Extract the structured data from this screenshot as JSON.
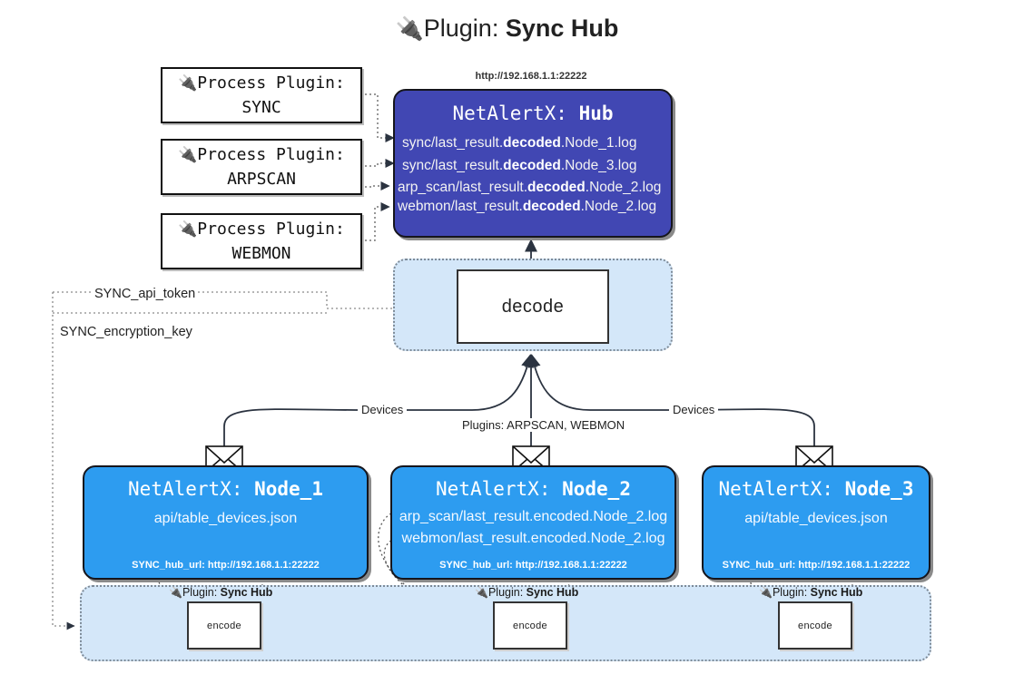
{
  "page": {
    "title_icon": "🔌",
    "title_prefix": "Plugin: ",
    "title_name": "Sync Hub"
  },
  "colors": {
    "hub": "#4147b3",
    "node": "#2d9cf0",
    "container": "#d4e7f9",
    "box_border": "#15151c",
    "text_dark": "#1a1a1a"
  },
  "process_plugins": [
    {
      "icon": "🔌",
      "label": "Process Plugin:",
      "name": "SYNC"
    },
    {
      "icon": "🔌",
      "label": "Process Plugin:",
      "name": "ARPSCAN"
    },
    {
      "icon": "🔌",
      "label": "Process Plugin:",
      "name": "WEBMON"
    }
  ],
  "hub": {
    "url": "http://192.168.1.1:22222",
    "title_prefix": "NetAlertX: ",
    "title_name": "Hub",
    "files": [
      {
        "pre": "sync/last_result.",
        "mid": "decoded",
        "post": ".Node_1.log"
      },
      {
        "pre": "sync/last_result.",
        "mid": "decoded",
        "post": ".Node_3.log"
      },
      {
        "pre": "arp_scan/last_result.",
        "mid": "decoded",
        "post": ".Node_2.log"
      },
      {
        "pre": "webmon/last_result.",
        "mid": "decoded",
        "post": ".Node_2.log"
      }
    ]
  },
  "decode": {
    "label": "decode"
  },
  "tokens": {
    "api_token": "SYNC_api_token",
    "encryption_key": "SYNC_encryption_key"
  },
  "edge_labels": {
    "devices_left": "Devices",
    "devices_right": "Devices",
    "plugins_center": "Plugins: ARPSCAN, WEBMON"
  },
  "nodes": [
    {
      "title_prefix": "NetAlertX: ",
      "title_name": "Node_1",
      "lines": [
        "api/table_devices.json"
      ],
      "foot": "SYNC_hub_url: http://192.168.1.1:22222"
    },
    {
      "title_prefix": "NetAlertX: ",
      "title_name": "Node_2",
      "lines": [
        "arp_scan/last_result.encoded.Node_2.log",
        "webmon/last_result.encoded.Node_2.log"
      ],
      "foot": "SYNC_hub_url: http://192.168.1.1:22222"
    },
    {
      "title_prefix": "NetAlertX: ",
      "title_name": "Node_3",
      "lines": [
        "api/table_devices.json"
      ],
      "foot": "SYNC_hub_url: http://192.168.1.1:22222"
    }
  ],
  "encoders": [
    {
      "icon": "🔌",
      "label_prefix": "Plugin: ",
      "label_name": "Sync Hub",
      "box": "encode"
    },
    {
      "icon": "🔌",
      "label_prefix": "Plugin: ",
      "label_name": "Sync Hub",
      "box": "encode"
    },
    {
      "icon": "🔌",
      "label_prefix": "Plugin: ",
      "label_name": "Sync Hub",
      "box": "encode"
    }
  ]
}
